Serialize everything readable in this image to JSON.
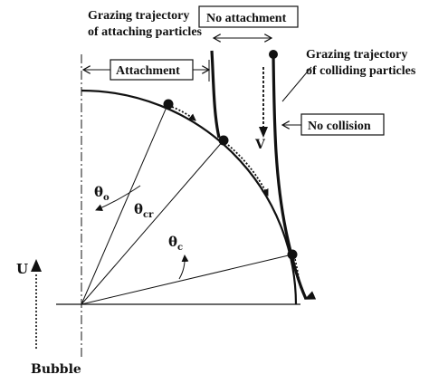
{
  "labels": {
    "grazing_attaching_line1": "Grazing trajectory",
    "grazing_attaching_line2": "of attaching particles",
    "no_attachment": "No attachment",
    "grazing_colliding_line1": "Grazing trajectory",
    "grazing_colliding_line2": "of colliding particles",
    "attachment": "Attachment",
    "no_collision": "No collision",
    "velocity_v": "V",
    "velocity_u": "U",
    "theta_o": "θ",
    "theta_o_sub": "o",
    "theta_cr": "θ",
    "theta_cr_sub": "cr",
    "theta_c": "θ",
    "theta_c_sub": "c",
    "bubble": "Bubble"
  },
  "colors": {
    "ink": "#111111",
    "background": "#ffffff"
  }
}
